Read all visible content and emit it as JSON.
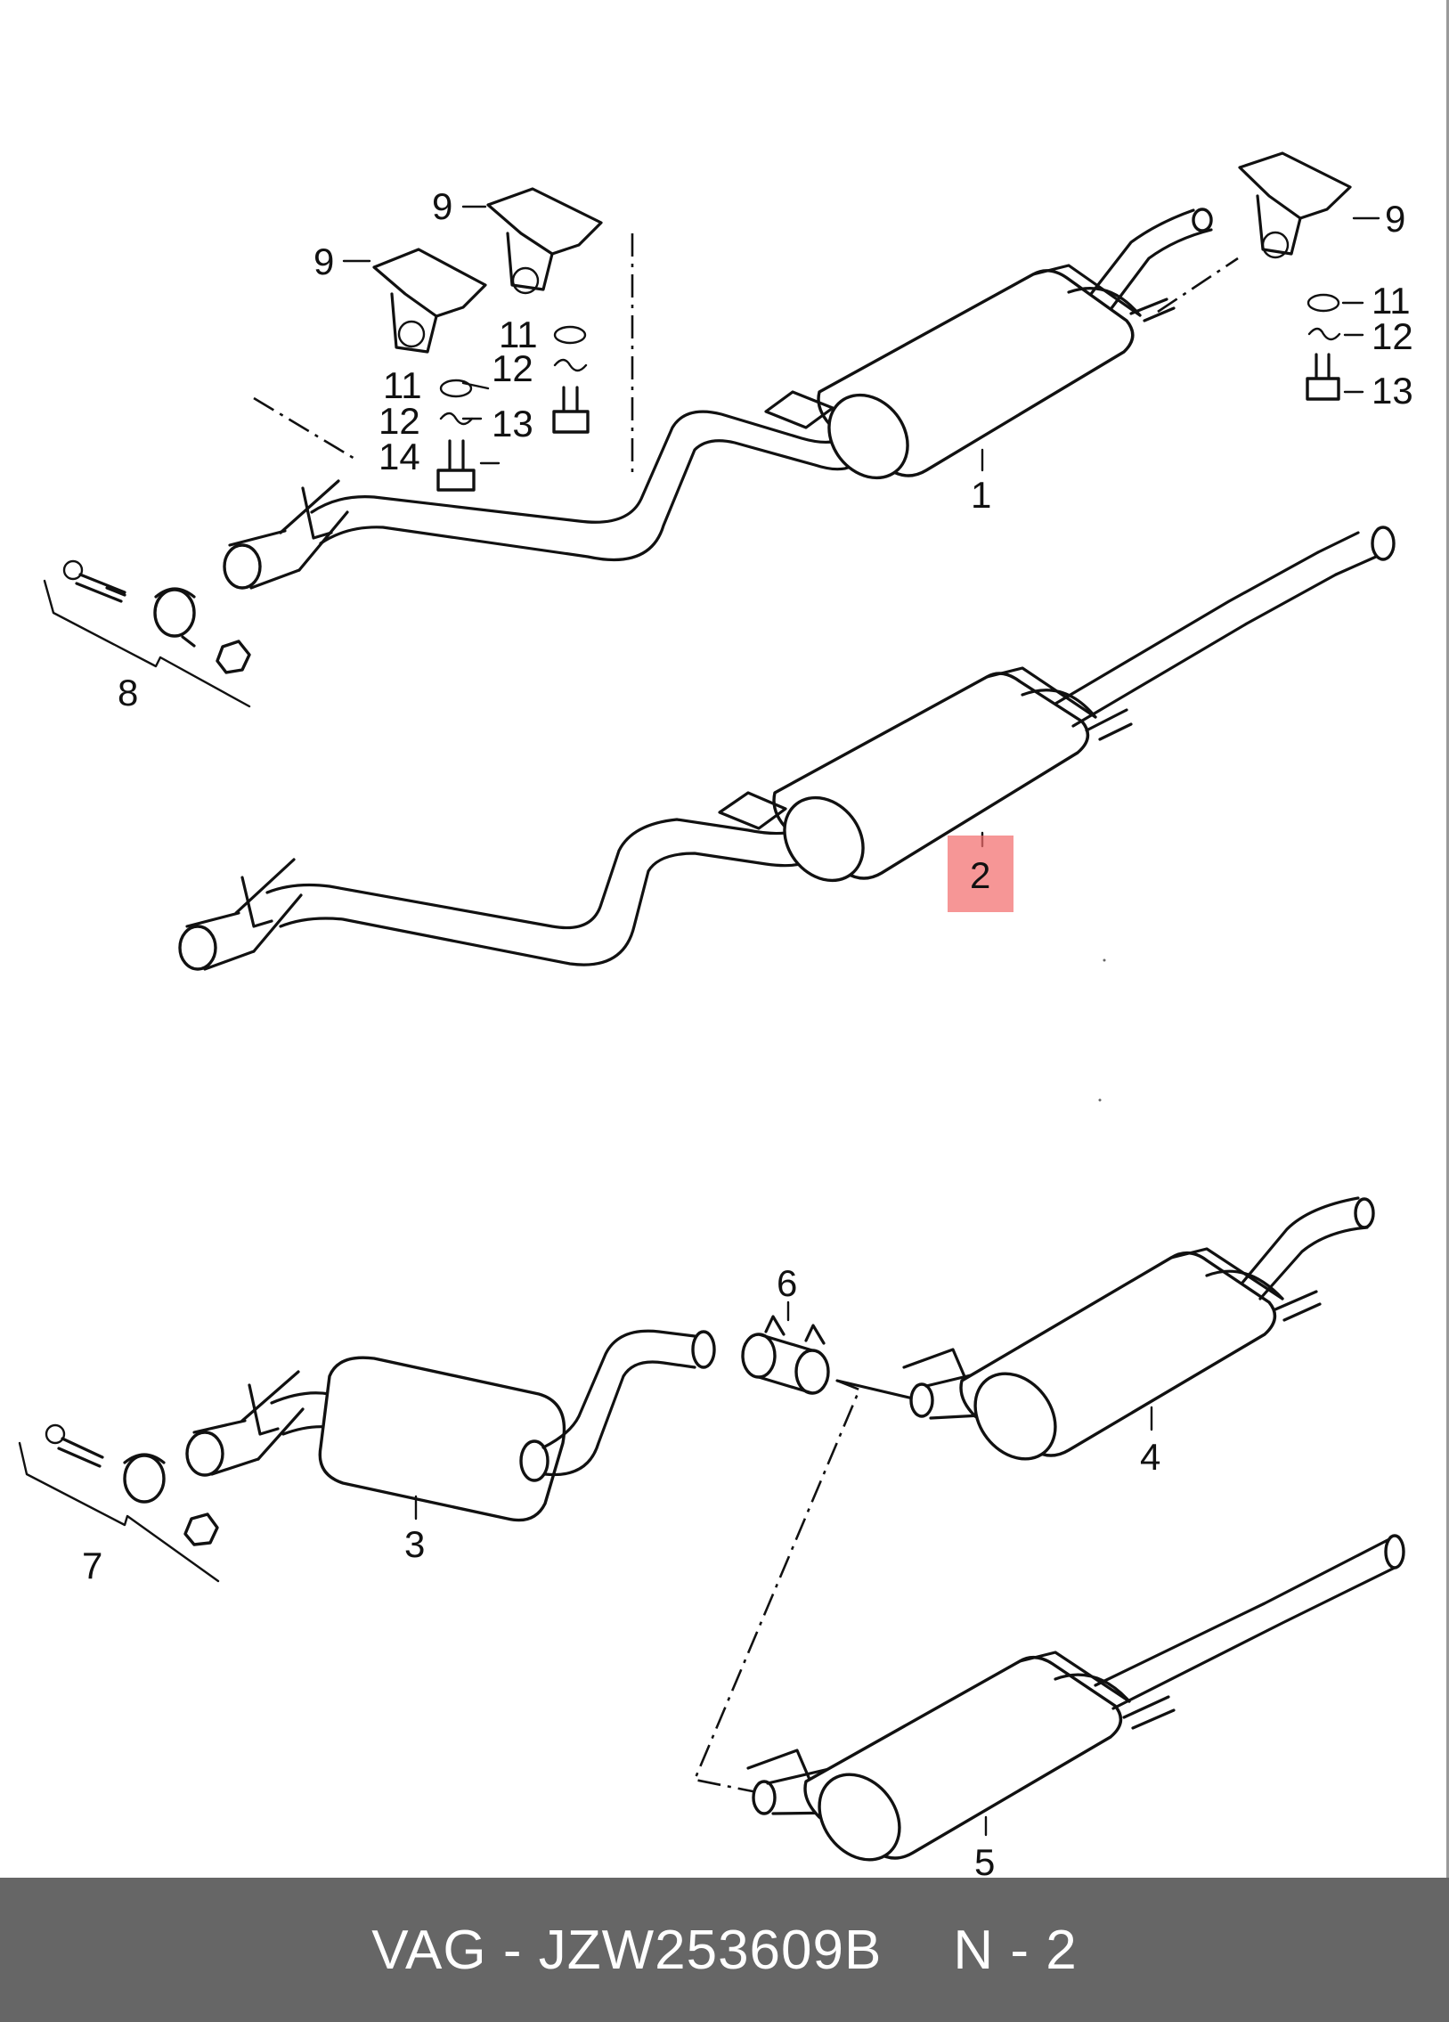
{
  "callouts": {
    "c1": "1",
    "c2": "2",
    "c3": "3",
    "c4": "4",
    "c5": "5",
    "c6": "6",
    "c7": "7",
    "c8": "8",
    "c9": "9",
    "c11": "11",
    "c12": "12",
    "c13": "13",
    "c14": "14"
  },
  "highlighted_callout": "2",
  "colors": {
    "highlight": "#f26d6d",
    "footer_bg": "#666666",
    "footer_text": "#ffffff",
    "line": "#111111"
  },
  "footer": {
    "part_ref": "VAG - JZW253609B",
    "position": "N - 2"
  }
}
